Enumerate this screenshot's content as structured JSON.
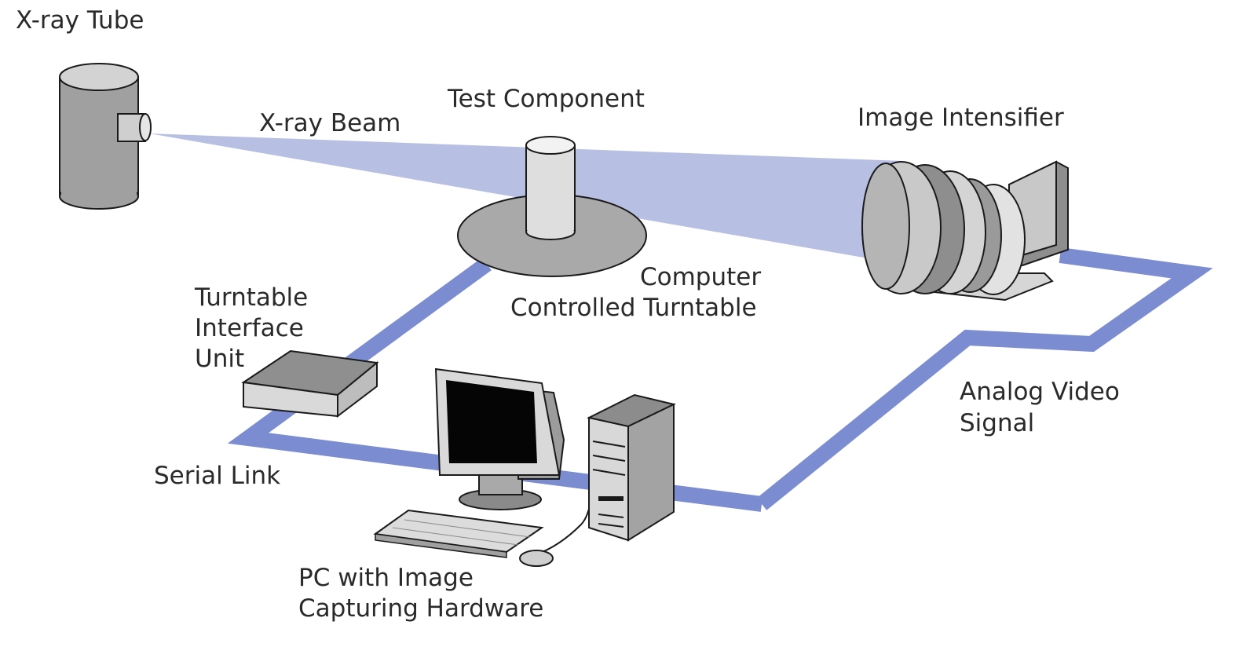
{
  "labels": {
    "xray_tube": "X-ray Tube",
    "xray_beam": "X-ray Beam",
    "test_component": "Test Component",
    "image_intensifier": "Image Intensifier",
    "turntable_line1": "Computer",
    "turntable_line2": "Controlled Turntable",
    "interface_line1": "Turntable",
    "interface_line2": "Interface",
    "interface_line3": "Unit",
    "serial_link": "Serial Link",
    "video_line1": "Analog Video",
    "video_line2": "Signal",
    "pc_line1": "PC with Image",
    "pc_line2": "Capturing Hardware"
  },
  "colors": {
    "beam": "#b7bfe2",
    "cable": "#7b8cd0",
    "device_gray": "#a9a9a9",
    "device_dark": "#7c7c7c",
    "device_light": "#dcdcdc",
    "outline": "#1a1a1a",
    "text": "#2a2a2a"
  }
}
